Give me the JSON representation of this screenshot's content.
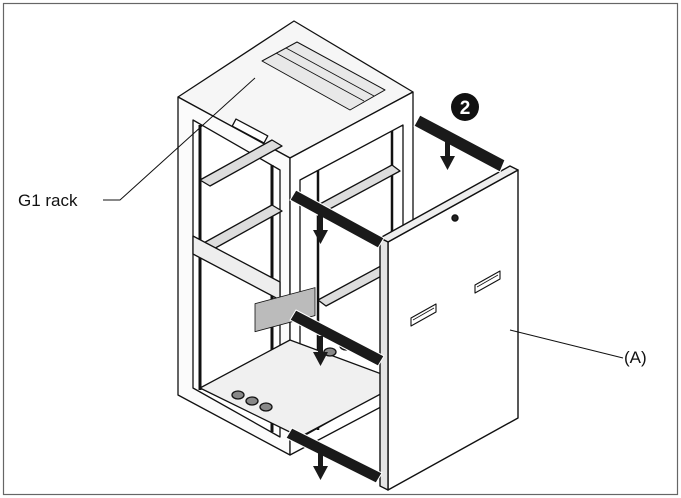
{
  "labels": {
    "rack": "G1 rack",
    "panel": "(A)"
  },
  "step": {
    "number": "2"
  },
  "colors": {
    "line": "#111111",
    "arrow_fill": "#1a1a1a",
    "arrow_outline": "#ffffff",
    "background": "#ffffff"
  }
}
